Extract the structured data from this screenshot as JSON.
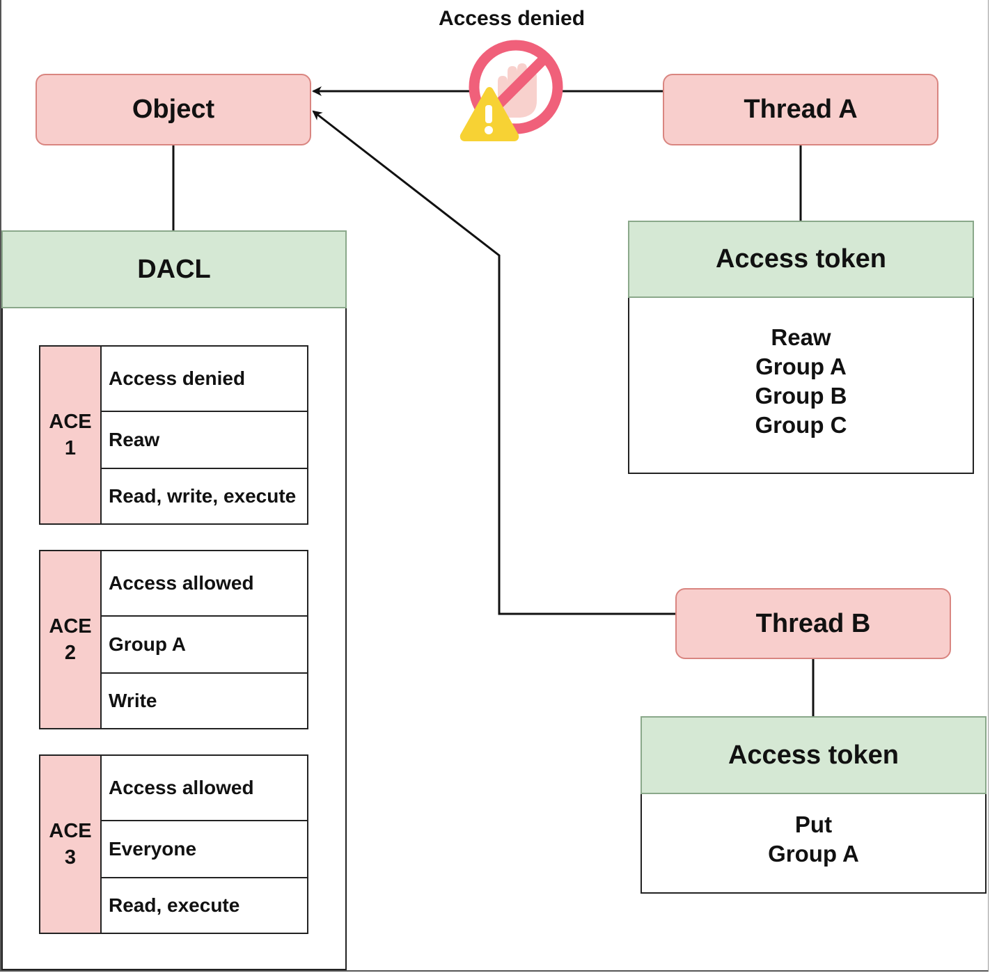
{
  "object": {
    "label": "Object"
  },
  "dacl": {
    "title": "DACL",
    "aces": [
      {
        "name_line1": "ACE",
        "name_line2": "1",
        "type": "Access denied",
        "trustee": "Reaw",
        "rights": "Read, write, execute"
      },
      {
        "name_line1": "ACE",
        "name_line2": "2",
        "type": "Access allowed",
        "trustee": "Group A",
        "rights": "Write"
      },
      {
        "name_line1": "ACE",
        "name_line2": "3",
        "type": "Access allowed",
        "trustee": "Everyone",
        "rights": "Read, execute"
      }
    ]
  },
  "denied_caption": "Access denied",
  "icons": {
    "denied": "no-entry-hand-icon",
    "warning": "warning-triangle-icon"
  },
  "thread_a": {
    "label": "Thread A",
    "token": {
      "title": "Access token",
      "entries": [
        "Reaw",
        "Group A",
        "Group B",
        "Group C"
      ]
    }
  },
  "thread_b": {
    "label": "Thread B",
    "token": {
      "title": "Access token",
      "entries": [
        "Put",
        "Group A"
      ]
    }
  },
  "colors": {
    "node_fill": "#f8cecc",
    "header_fill": "#d5e8d4",
    "deny_red": "#f0607a",
    "warning_yellow": "#f7d234"
  }
}
